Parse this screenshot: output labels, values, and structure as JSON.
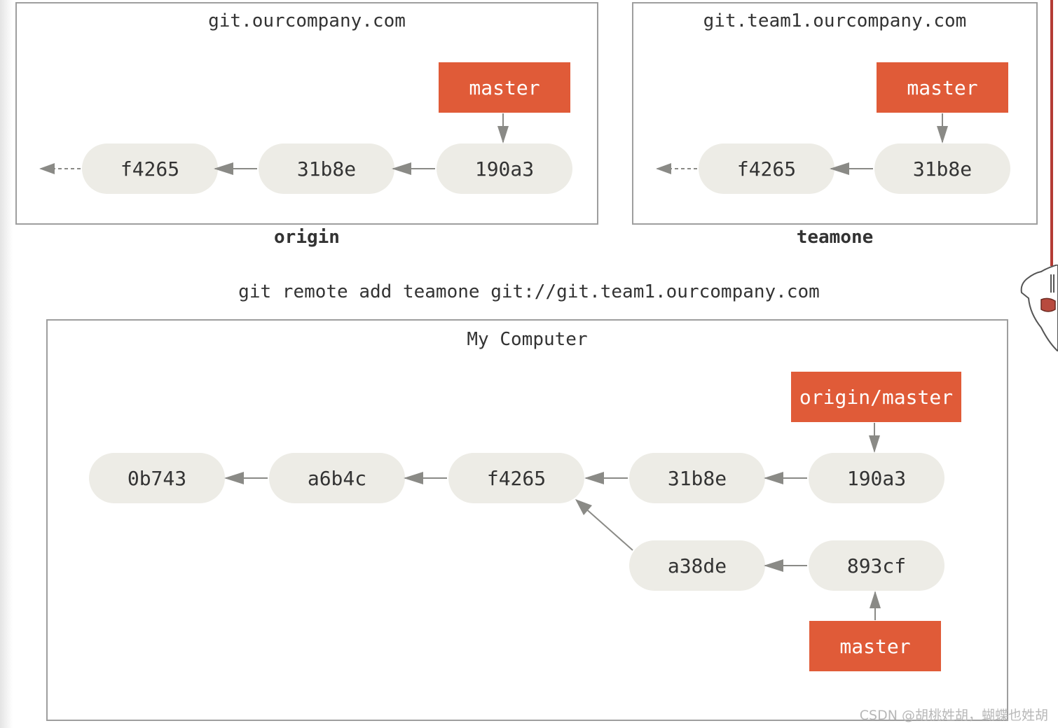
{
  "origin_repo": {
    "host": "git.ourcompany.com",
    "caption": "origin",
    "branch_master": "master",
    "commits": [
      "f4265",
      "31b8e",
      "190a3"
    ]
  },
  "teamone_repo": {
    "host": "git.team1.ourcompany.com",
    "caption": "teamone",
    "branch_master": "master",
    "commits": [
      "f4265",
      "31b8e"
    ]
  },
  "command": "git remote add teamone git://git.team1.ourcompany.com",
  "local_repo": {
    "title": "My Computer",
    "branch_origin_master": "origin/master",
    "branch_master": "master",
    "main_commits": [
      "0b743",
      "a6b4c",
      "f4265",
      "31b8e",
      "190a3"
    ],
    "side_commits": [
      "a38de",
      "893cf"
    ]
  },
  "colors": {
    "branch": "#e05b38",
    "commit": "#edece6",
    "arrow": "#8a8a86",
    "frame": "#9e9e9e"
  },
  "watermark": "CSDN @胡桃姓胡，蝴蝶也姓胡"
}
